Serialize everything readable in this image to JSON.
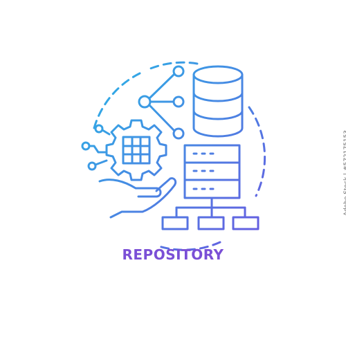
{
  "caption": {
    "text": "REPOSITORY",
    "color": "#7a4fd6"
  },
  "stock_id": "Adobe Stock | #572175153",
  "colors": {
    "gradient_start": "#27b8e6",
    "gradient_end": "#6a56e0"
  },
  "icon": {
    "name": "repository-icon",
    "parts": [
      "dashed-circle",
      "database-cylinder-icon",
      "share-network-icon",
      "gear-icon",
      "server-rack-icon",
      "hand-icon",
      "hierarchy-network-icon",
      "circuit-lines-icon"
    ]
  }
}
